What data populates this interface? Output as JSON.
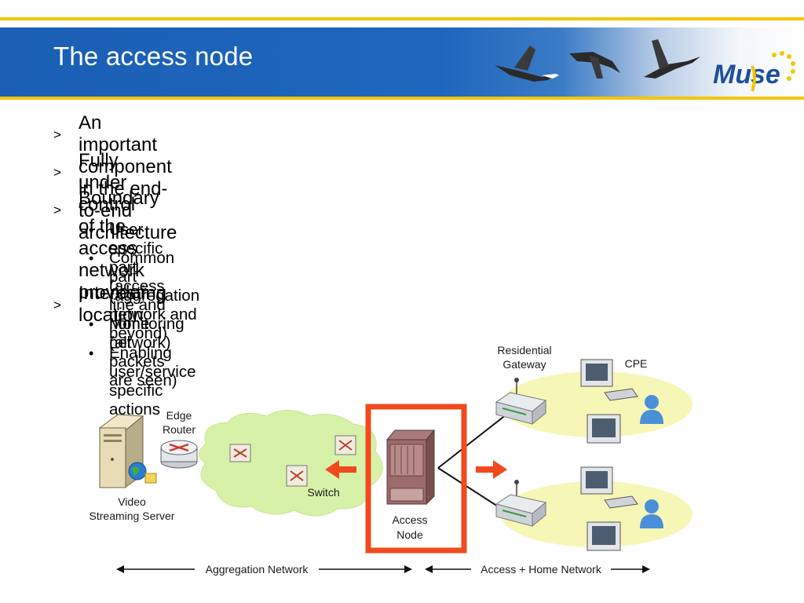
{
  "slide": {
    "title": "The access node"
  },
  "bullets": [
    {
      "marker": ">",
      "text": "An important component in the end-to-end architecture"
    },
    {
      "marker": ">",
      "text": "Fully under control of the access network provider"
    },
    {
      "marker": ">",
      "text": "Boundary"
    },
    {
      "marker": "•",
      "text": "User specific part (access line and home network)"
    },
    {
      "marker": "•",
      "text": "Common part (aggregation network and beyond)"
    },
    {
      "marker": ">",
      "text": "Interesting location"
    },
    {
      "marker": "•",
      "text": "Monitoring (all packets are seen)"
    },
    {
      "marker": "•",
      "text": "Enabling user/service specific actions"
    }
  ],
  "diagram": {
    "edge_router": [
      "Edge",
      "Router"
    ],
    "video_server": [
      "Video",
      "Streaming Server"
    ],
    "switch": "Switch",
    "access_node": [
      "Access",
      "Node"
    ],
    "residential_gateway": [
      "Residential",
      "Gateway"
    ],
    "cpe": "CPE",
    "aggregation_network": "Aggregation Network",
    "access_home_network": "Access + Home Network"
  },
  "colors": {
    "header_blue": "#1a5fb4",
    "accent_yellow": "#f2c700",
    "highlight_red": "#f04a1e",
    "cloud_green": "#d7f2a8",
    "home_yellow": "#f6f7b6"
  },
  "logo": {
    "text": "Muse"
  }
}
